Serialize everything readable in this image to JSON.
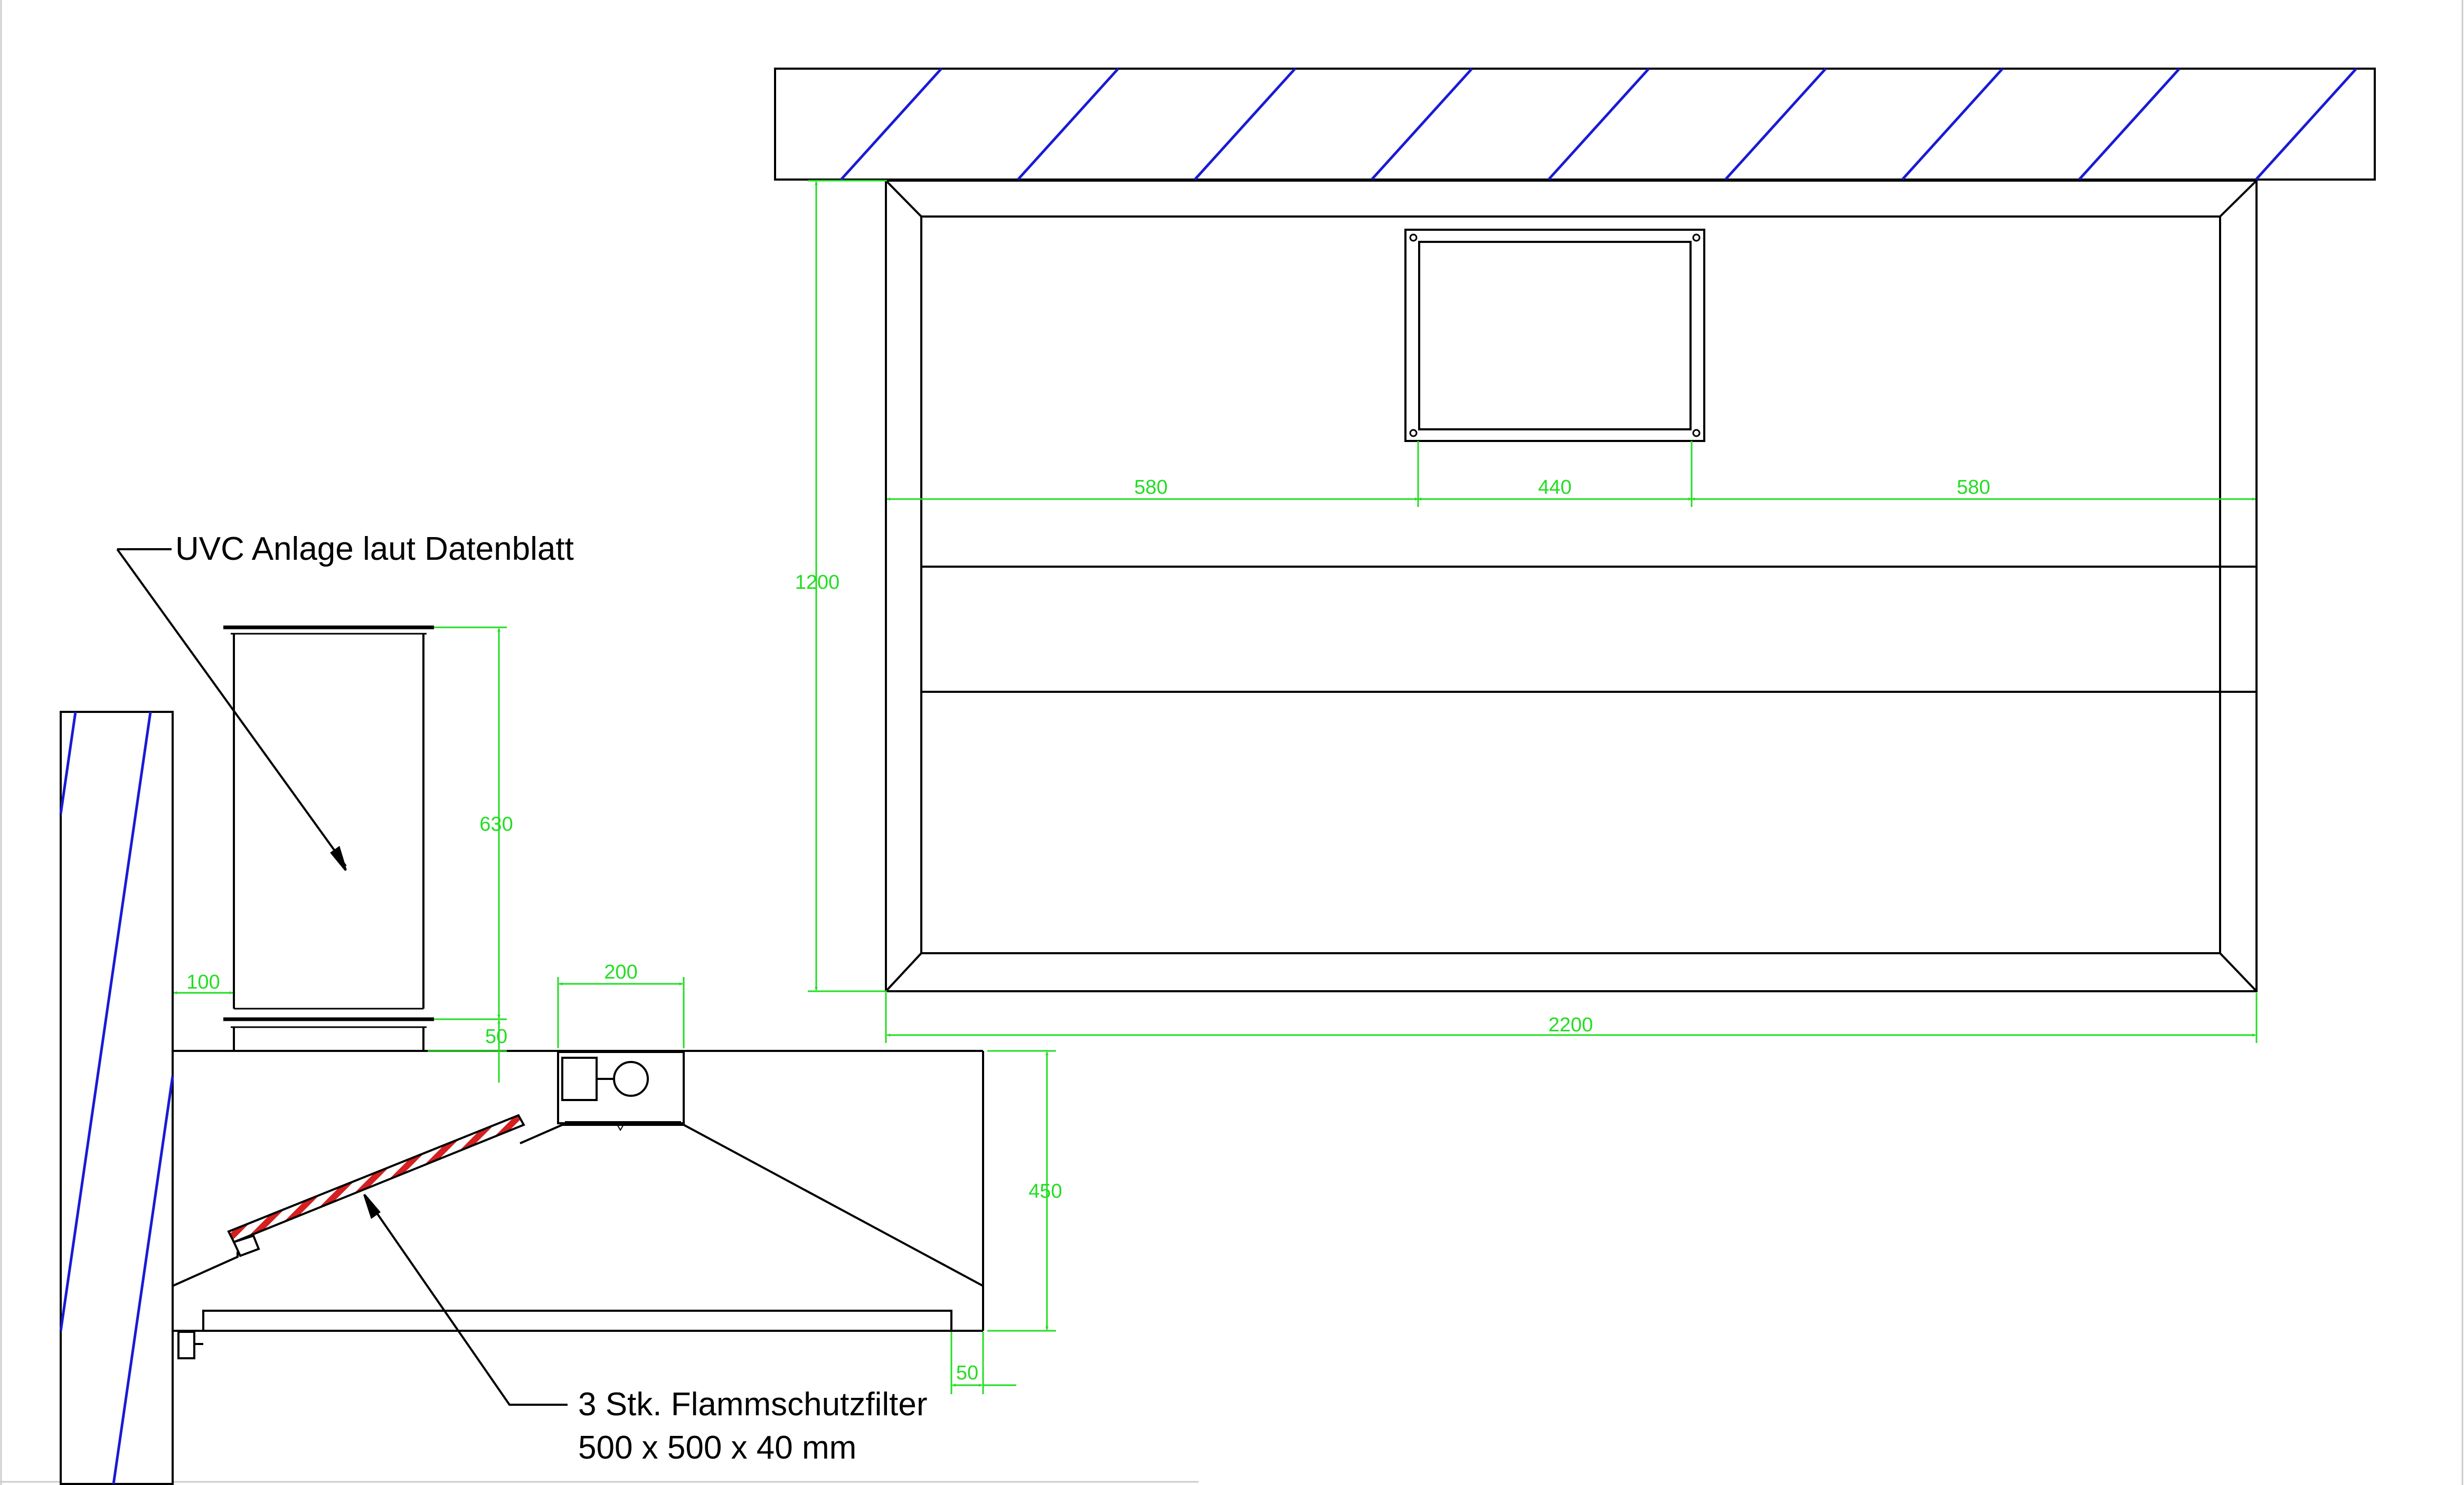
{
  "colors": {
    "line": "#000000",
    "hatch": "#1a1ad6",
    "dimension": "#22dd22",
    "filter_red": "#d42020"
  },
  "labels": {
    "uvc": "UVC Anlage laut Datenblatt",
    "filter_line1": "3 Stk. Flammschutzfilter",
    "filter_line2": "500 x 500 x 40 mm"
  },
  "dimensions": {
    "front_580_left": "580",
    "front_440": "440",
    "front_580_right": "580",
    "front_1200": "1200",
    "front_2200": "2200",
    "side_630": "630",
    "side_100": "100",
    "side_200": "200",
    "side_50_top": "50",
    "side_450": "450",
    "side_50_bottom": "50"
  }
}
